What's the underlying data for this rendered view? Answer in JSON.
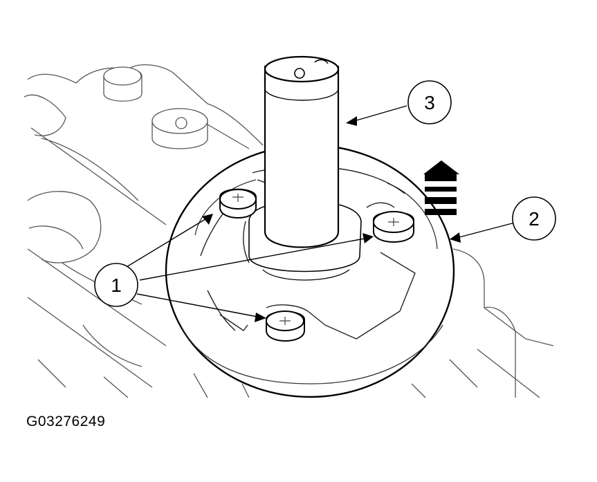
{
  "figure": {
    "id": "G03276249",
    "callouts": [
      {
        "number": "1"
      },
      {
        "number": "2"
      },
      {
        "number": "3"
      }
    ]
  },
  "colors": {
    "ink": "#000000",
    "detail": "#555555",
    "paper": "#ffffff"
  }
}
